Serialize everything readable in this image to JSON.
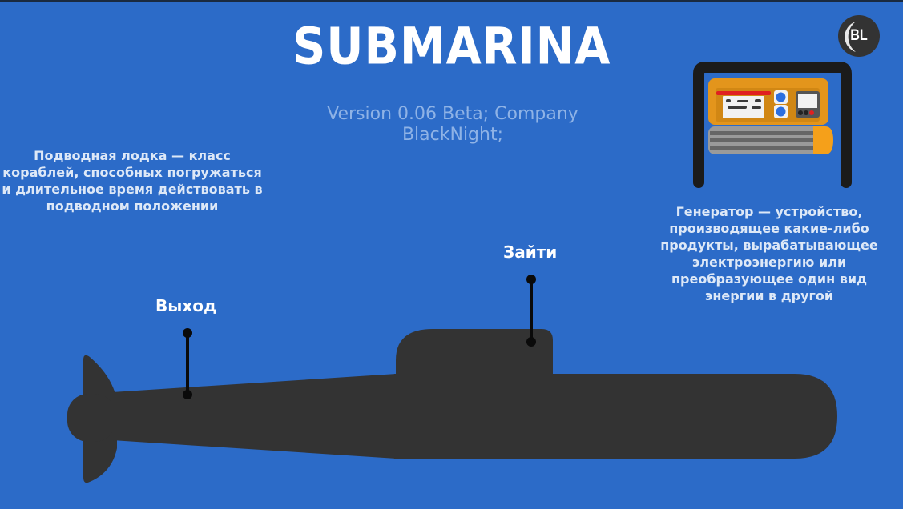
{
  "header": {
    "title": "SUBMARINA",
    "version": "Version 0.06 Beta; Company BlackNight;",
    "logo_text": "BL"
  },
  "descriptions": {
    "submarine": "Подводная лодка — класс кораблей, способных погружаться и длительное время действовать в подводном положении",
    "generator": "Генератор — устройство, производящее какие-либо продукты, вырабатывающее электроэнергию или преобразующее один вид энергии в другой"
  },
  "hotspots": {
    "exit_label": "Выход",
    "enter_label": "Зайти"
  },
  "colors": {
    "background": "#2c6bc8",
    "submarine_hull": "#333333",
    "generator_body": "#f29d1c",
    "generator_frame": "#1b1b1b",
    "accent_red": "#e02020",
    "text_muted": "#8fb3e6"
  }
}
